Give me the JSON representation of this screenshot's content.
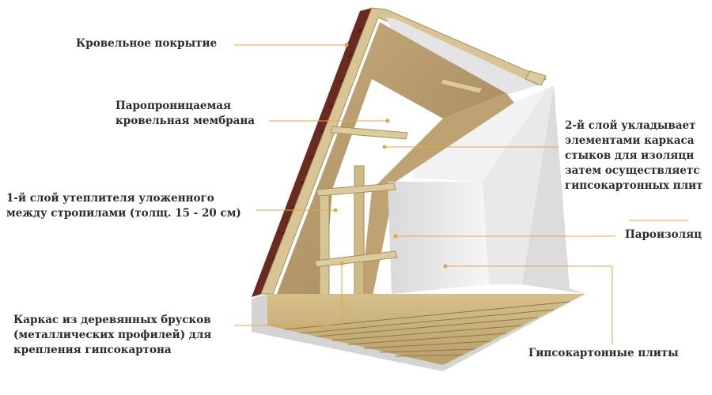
{
  "labels": {
    "roofing": "Кровельное покрытие",
    "membrane_line1": "Паропроницаемая",
    "membrane_line2": "кровельная мембрана",
    "layer1_line1": "1-й слой утеплителя уложенного",
    "layer1_line2": "между стропилами (толщ. 15 - 20 см)",
    "frame_line1": "Каркас из деревянных брусков",
    "frame_line2": "(металлических профилей) для",
    "frame_line3": "крепления гипсокартона",
    "layer2_line1": "2-й слой  укладывает",
    "layer2_line2": "элементами каркаса",
    "layer2_line3": "стыков для изоляци",
    "layer2_line4": "затем осуществляетс",
    "layer2_line5": "гипсокартонных плит",
    "vapor": "Пароизоляц",
    "drywall": "Гипсокартонные плиты"
  },
  "colors": {
    "leader": "#e3a646",
    "text": "#2b2b2b",
    "insulation": "#b59a6e",
    "wood": "#d8c596",
    "roof_tile": "#6b2a20",
    "drywall": "#ececec"
  }
}
